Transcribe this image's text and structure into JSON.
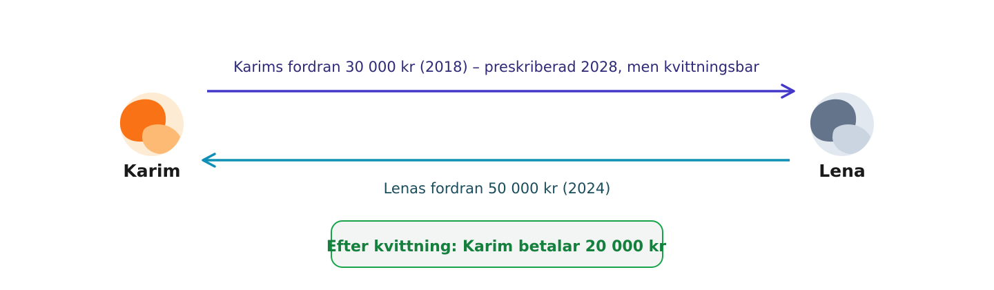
{
  "parties": {
    "left": {
      "name": "Karim",
      "icon": "person-icon",
      "colors": {
        "bg": "#fdebd3",
        "head": "#f97316",
        "body": "#fdba74"
      }
    },
    "right": {
      "name": "Lena",
      "icon": "person-icon",
      "colors": {
        "bg": "#e2e8f0",
        "head": "#64748b",
        "body": "#cbd5e1"
      }
    }
  },
  "claims": {
    "karim_to_lena": {
      "label": "Karims fordran 30 000 kr (2018) – preskriberad 2028, men kvittningsbar",
      "direction": "right",
      "color": "#4338ca"
    },
    "lena_to_karim": {
      "label": "Lenas fordran 50 000 kr (2024)",
      "direction": "left",
      "color": "#0e8fb5"
    }
  },
  "result": {
    "label": "Efter kvittning: Karim betalar 20 000 kr",
    "border_color": "#16a34a",
    "background": "#f3f5f4"
  }
}
